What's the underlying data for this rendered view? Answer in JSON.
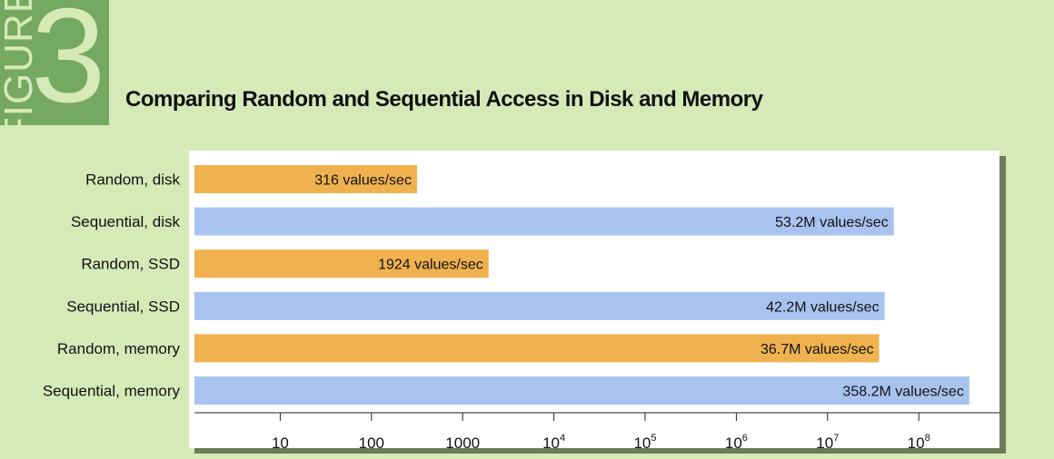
{
  "figure": {
    "word": "FIGURE",
    "number": "3"
  },
  "colors": {
    "background": "#d6eab8",
    "badge": "#75a860",
    "random_bar": "#f0b24e",
    "sequential_bar": "#a9c3f0",
    "plot_bg": "#ffffff"
  },
  "chart_data": {
    "type": "bar",
    "orientation": "horizontal",
    "title": "Comparing Random and Sequential Access in Disk and Memory",
    "xscale": "log",
    "xlim": [
      1,
      500000000
    ],
    "grid": false,
    "categories": [
      "Random, disk",
      "Sequential, disk",
      "Random, SSD",
      "Sequential, SSD",
      "Random, memory",
      "Sequential, memory"
    ],
    "values": [
      316,
      53200000,
      1924,
      42200000,
      36700000,
      358200000
    ],
    "value_labels": [
      "316 values/sec",
      "53.2M values/sec",
      "1924 values/sec",
      "42.2M values/sec",
      "36.7M values/sec",
      "358.2M values/sec"
    ],
    "bar_colors": [
      "#f0b24e",
      "#a9c3f0",
      "#f0b24e",
      "#a9c3f0",
      "#f0b24e",
      "#a9c3f0"
    ],
    "ticks": [
      {
        "value": 10,
        "base": "10",
        "exp": ""
      },
      {
        "value": 100,
        "base": "100",
        "exp": ""
      },
      {
        "value": 1000,
        "base": "1000",
        "exp": ""
      },
      {
        "value": 10000,
        "base": "10",
        "exp": "4"
      },
      {
        "value": 100000,
        "base": "10",
        "exp": "5"
      },
      {
        "value": 1000000,
        "base": "10",
        "exp": "6"
      },
      {
        "value": 10000000,
        "base": "10",
        "exp": "7"
      },
      {
        "value": 100000000,
        "base": "10",
        "exp": "8"
      }
    ]
  }
}
